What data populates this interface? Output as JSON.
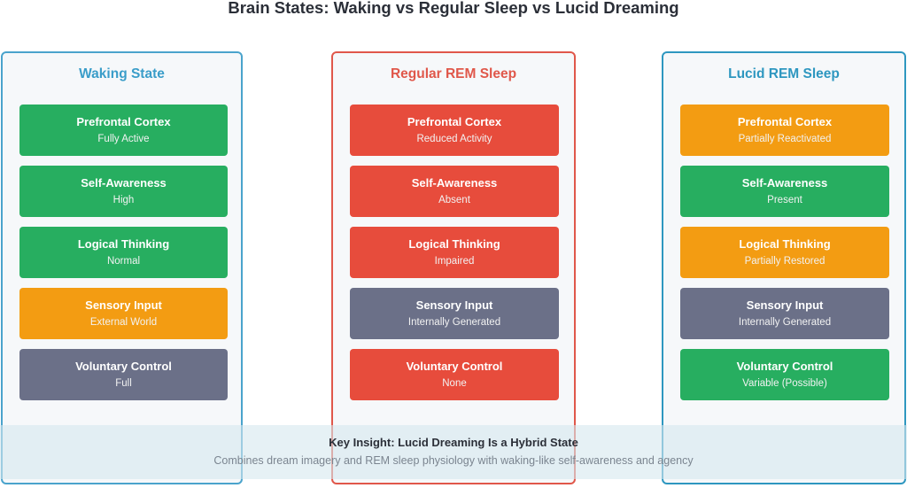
{
  "title": "Brain States: Waking vs Regular Sleep vs Lucid Dreaming",
  "colors": {
    "active_green": "#27ae60",
    "reduced_red": "#e74c3c",
    "partial_orange": "#f39c12",
    "neutral_slate": "#6b7088",
    "waking_accent": "#3a9dc9",
    "rem_accent": "#e0574a",
    "lucid_accent": "#2e97c0"
  },
  "columns": [
    {
      "title": "Waking State",
      "title_color": "#3a9dc9",
      "cards": [
        {
          "label": "Prefrontal Cortex",
          "value": "Fully Active",
          "color": "#27ae60"
        },
        {
          "label": "Self-Awareness",
          "value": "High",
          "color": "#27ae60"
        },
        {
          "label": "Logical Thinking",
          "value": "Normal",
          "color": "#27ae60"
        },
        {
          "label": "Sensory Input",
          "value": "External World",
          "color": "#f39c12"
        },
        {
          "label": "Voluntary Control",
          "value": "Full",
          "color": "#6b7088"
        }
      ]
    },
    {
      "title": "Regular REM Sleep",
      "title_color": "#e0574a",
      "cards": [
        {
          "label": "Prefrontal Cortex",
          "value": "Reduced Activity",
          "color": "#e74c3c"
        },
        {
          "label": "Self-Awareness",
          "value": "Absent",
          "color": "#e74c3c"
        },
        {
          "label": "Logical Thinking",
          "value": "Impaired",
          "color": "#e74c3c"
        },
        {
          "label": "Sensory Input",
          "value": "Internally Generated",
          "color": "#6b7088"
        },
        {
          "label": "Voluntary Control",
          "value": "None",
          "color": "#e74c3c"
        }
      ]
    },
    {
      "title": "Lucid REM Sleep",
      "title_color": "#2e97c0",
      "cards": [
        {
          "label": "Prefrontal Cortex",
          "value": "Partially Reactivated",
          "color": "#f39c12"
        },
        {
          "label": "Self-Awareness",
          "value": "Present",
          "color": "#27ae60"
        },
        {
          "label": "Logical Thinking",
          "value": "Partially Restored",
          "color": "#f39c12"
        },
        {
          "label": "Sensory Input",
          "value": "Internally Generated",
          "color": "#6b7088"
        },
        {
          "label": "Voluntary Control",
          "value": "Variable (Possible)",
          "color": "#27ae60"
        }
      ]
    }
  ],
  "insight": {
    "title": "Key Insight: Lucid Dreaming Is a Hybrid State",
    "subtitle": "Combines dream imagery and REM sleep physiology with waking-like self-awareness and agency"
  }
}
